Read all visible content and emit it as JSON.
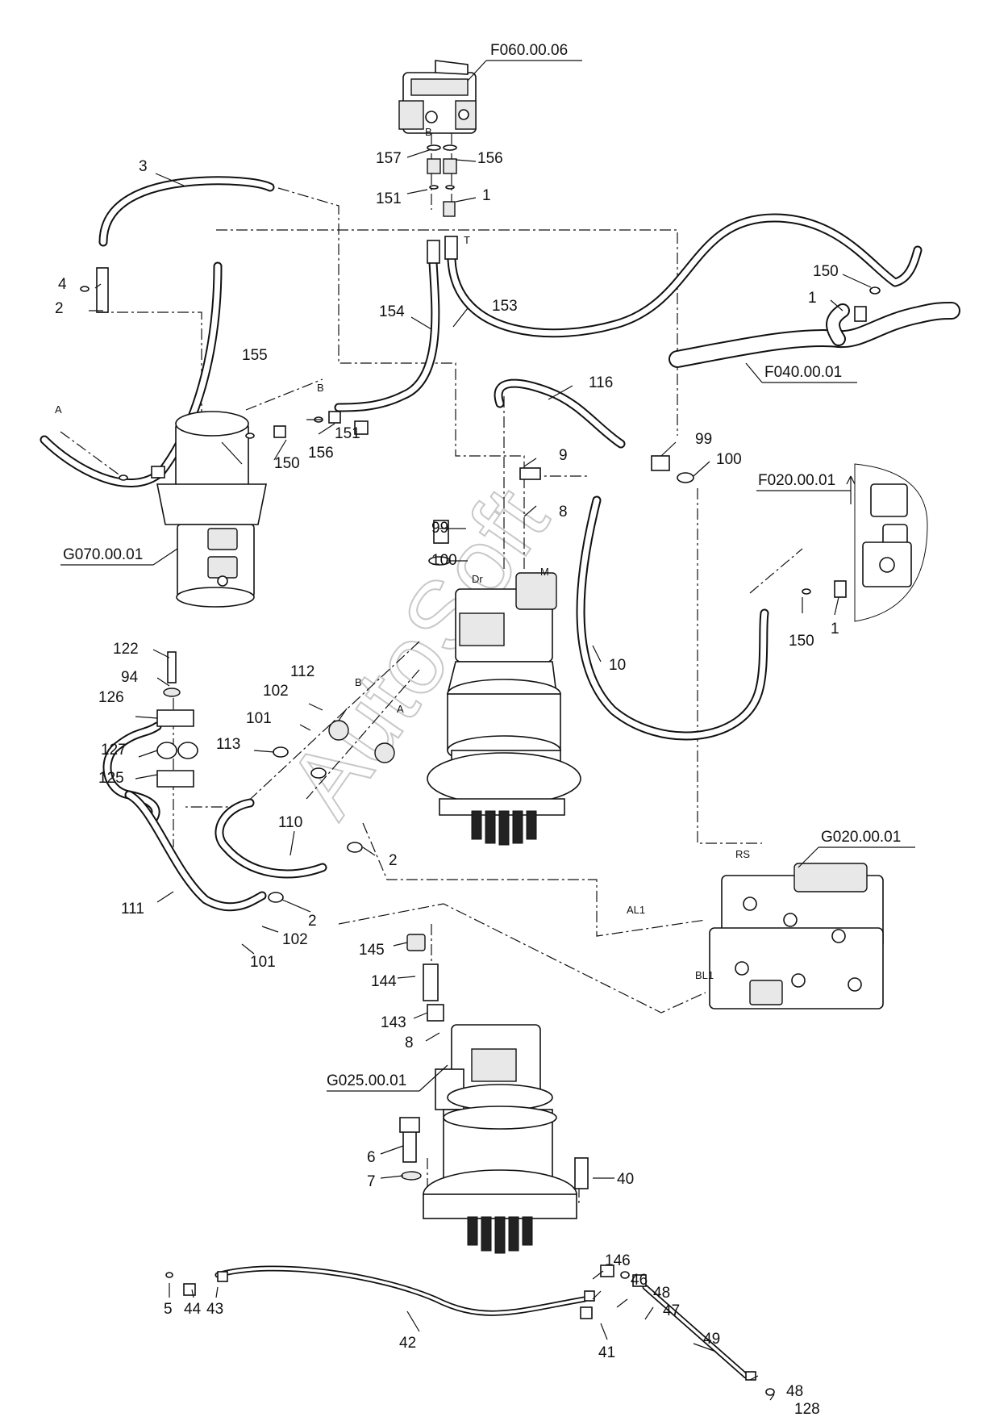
{
  "watermark": "AutoSoft",
  "assembly_refs": {
    "pilot_valve": "F060.00.06",
    "tank_line": "F040.00.01",
    "port_plate": "F020.00.01",
    "swivel_joint": "G070.00.01",
    "control_valve": "G020.00.01",
    "swing_motor": "G025.00.01"
  },
  "port_labels": {
    "b_top": "B",
    "t_top": "T",
    "a_left": "A",
    "b_mid": "B",
    "dr": "Dr",
    "m": "M",
    "b_flange": "B",
    "a_flange": "A",
    "rs": "RS",
    "al1": "AL1",
    "bl1": "BL1"
  },
  "callouts": {
    "c3": "3",
    "c4": "4",
    "c2a": "2",
    "c155": "155",
    "c157": "157",
    "c156a": "156",
    "c151a": "151",
    "c1a": "1",
    "c154": "154",
    "c153": "153",
    "c150a": "150",
    "c1b": "1",
    "c116": "116",
    "c99a": "99",
    "c100a": "100",
    "c9": "9",
    "c8a": "8",
    "c99b": "99",
    "c100b": "100",
    "c151b": "151",
    "c156b": "156",
    "c150b": "150",
    "c150c": "150",
    "c1c": "1",
    "c10": "10",
    "c122": "122",
    "c94": "94",
    "c126": "126",
    "c127": "127",
    "c125": "125",
    "c112": "112",
    "c102a": "102",
    "c101a": "101",
    "c113": "113",
    "c110": "110",
    "c2b": "2",
    "c2c": "2",
    "c111": "111",
    "c102b": "102",
    "c101b": "101",
    "c145": "145",
    "c144": "144",
    "c143": "143",
    "c8b": "8",
    "c6": "6",
    "c7": "7",
    "c40": "40",
    "c146": "146",
    "c46": "46",
    "c48a": "48",
    "c47": "47",
    "c49": "49",
    "c48b": "48",
    "c128": "128",
    "c5": "5",
    "c44": "44",
    "c43": "43",
    "c42": "42",
    "c41": "41"
  }
}
